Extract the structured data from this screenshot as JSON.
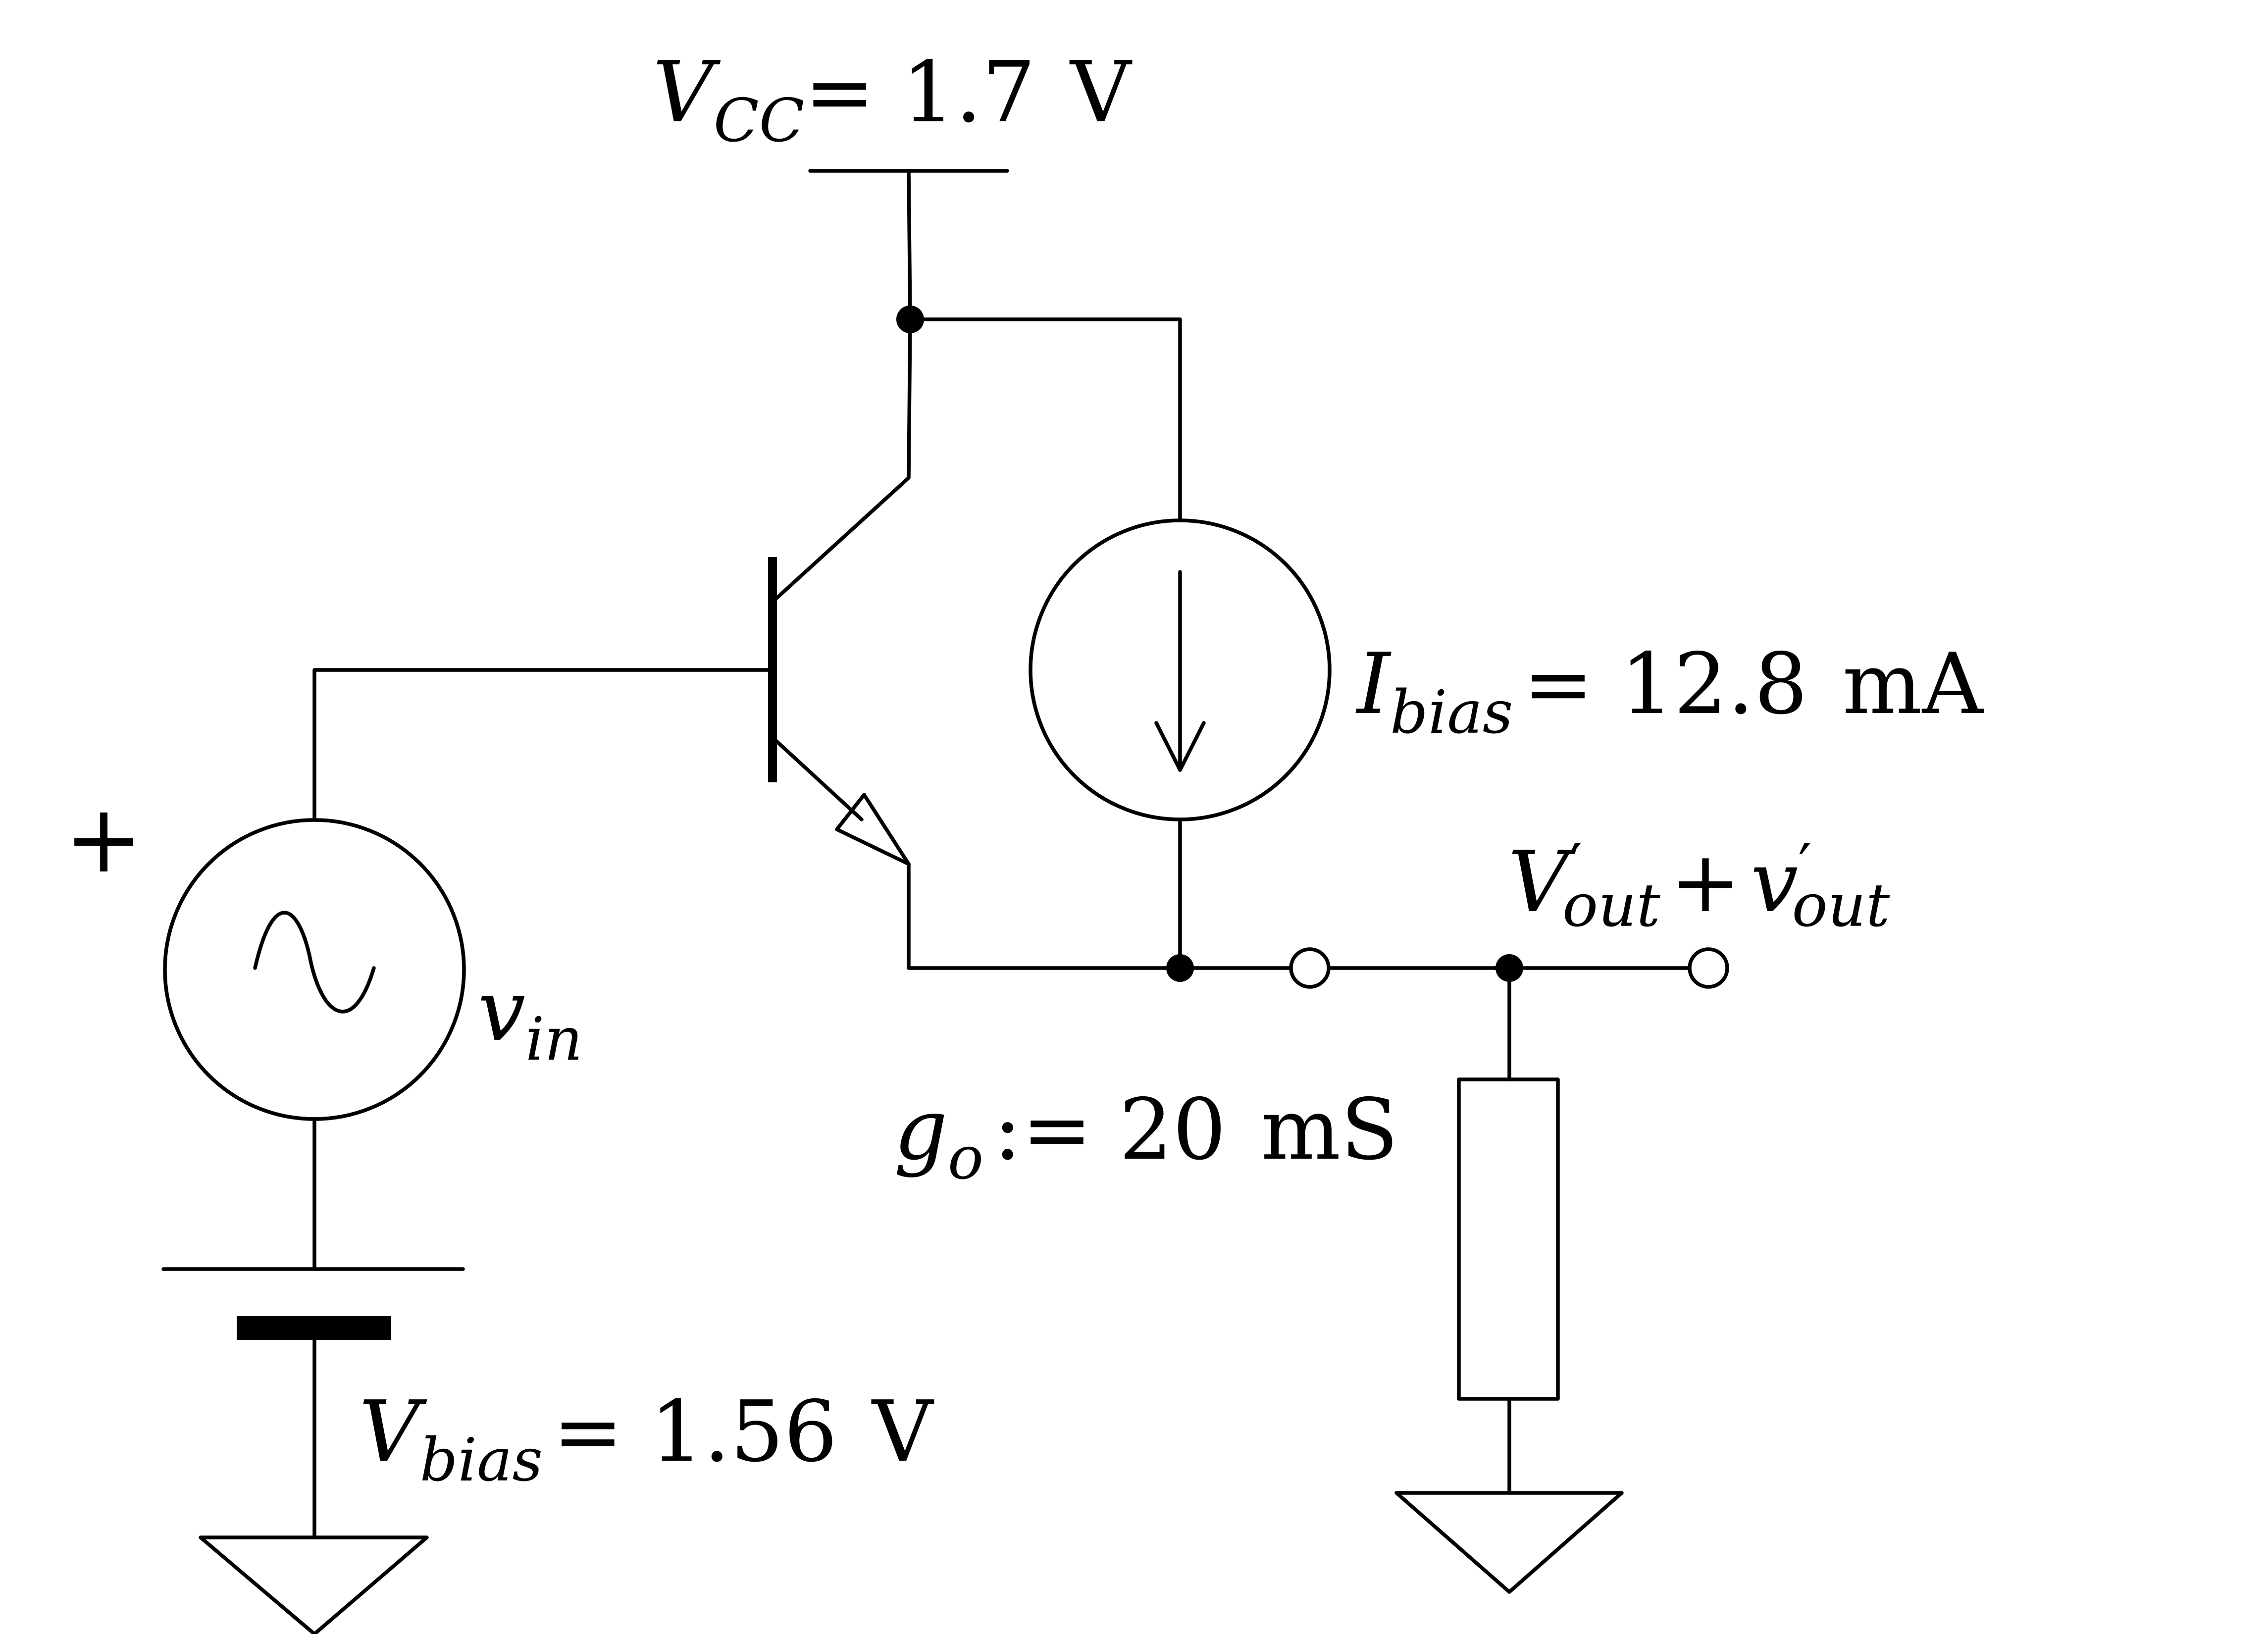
{
  "vcc": {
    "symbol": "V",
    "sub": "CC",
    "eq": "= 1.7",
    "unit": "V"
  },
  "ibias": {
    "symbol": "I",
    "sub": "bias",
    "eq": "= 12.8",
    "unit": "mA"
  },
  "vout": {
    "symbol": "V",
    "prime": "′",
    "sub": "out",
    "plus": "+",
    "symbol2": "v",
    "prime2": "′",
    "sub2": "out"
  },
  "vin": {
    "symbol": "v",
    "sub": "in"
  },
  "plus_sign": "+",
  "go": {
    "symbol": "g",
    "sub": "o",
    "eq": ":= 20",
    "unit": "mS"
  },
  "vbias": {
    "symbol": "V",
    "sub": "bias",
    "eq": "= 1.56",
    "unit": "V"
  }
}
